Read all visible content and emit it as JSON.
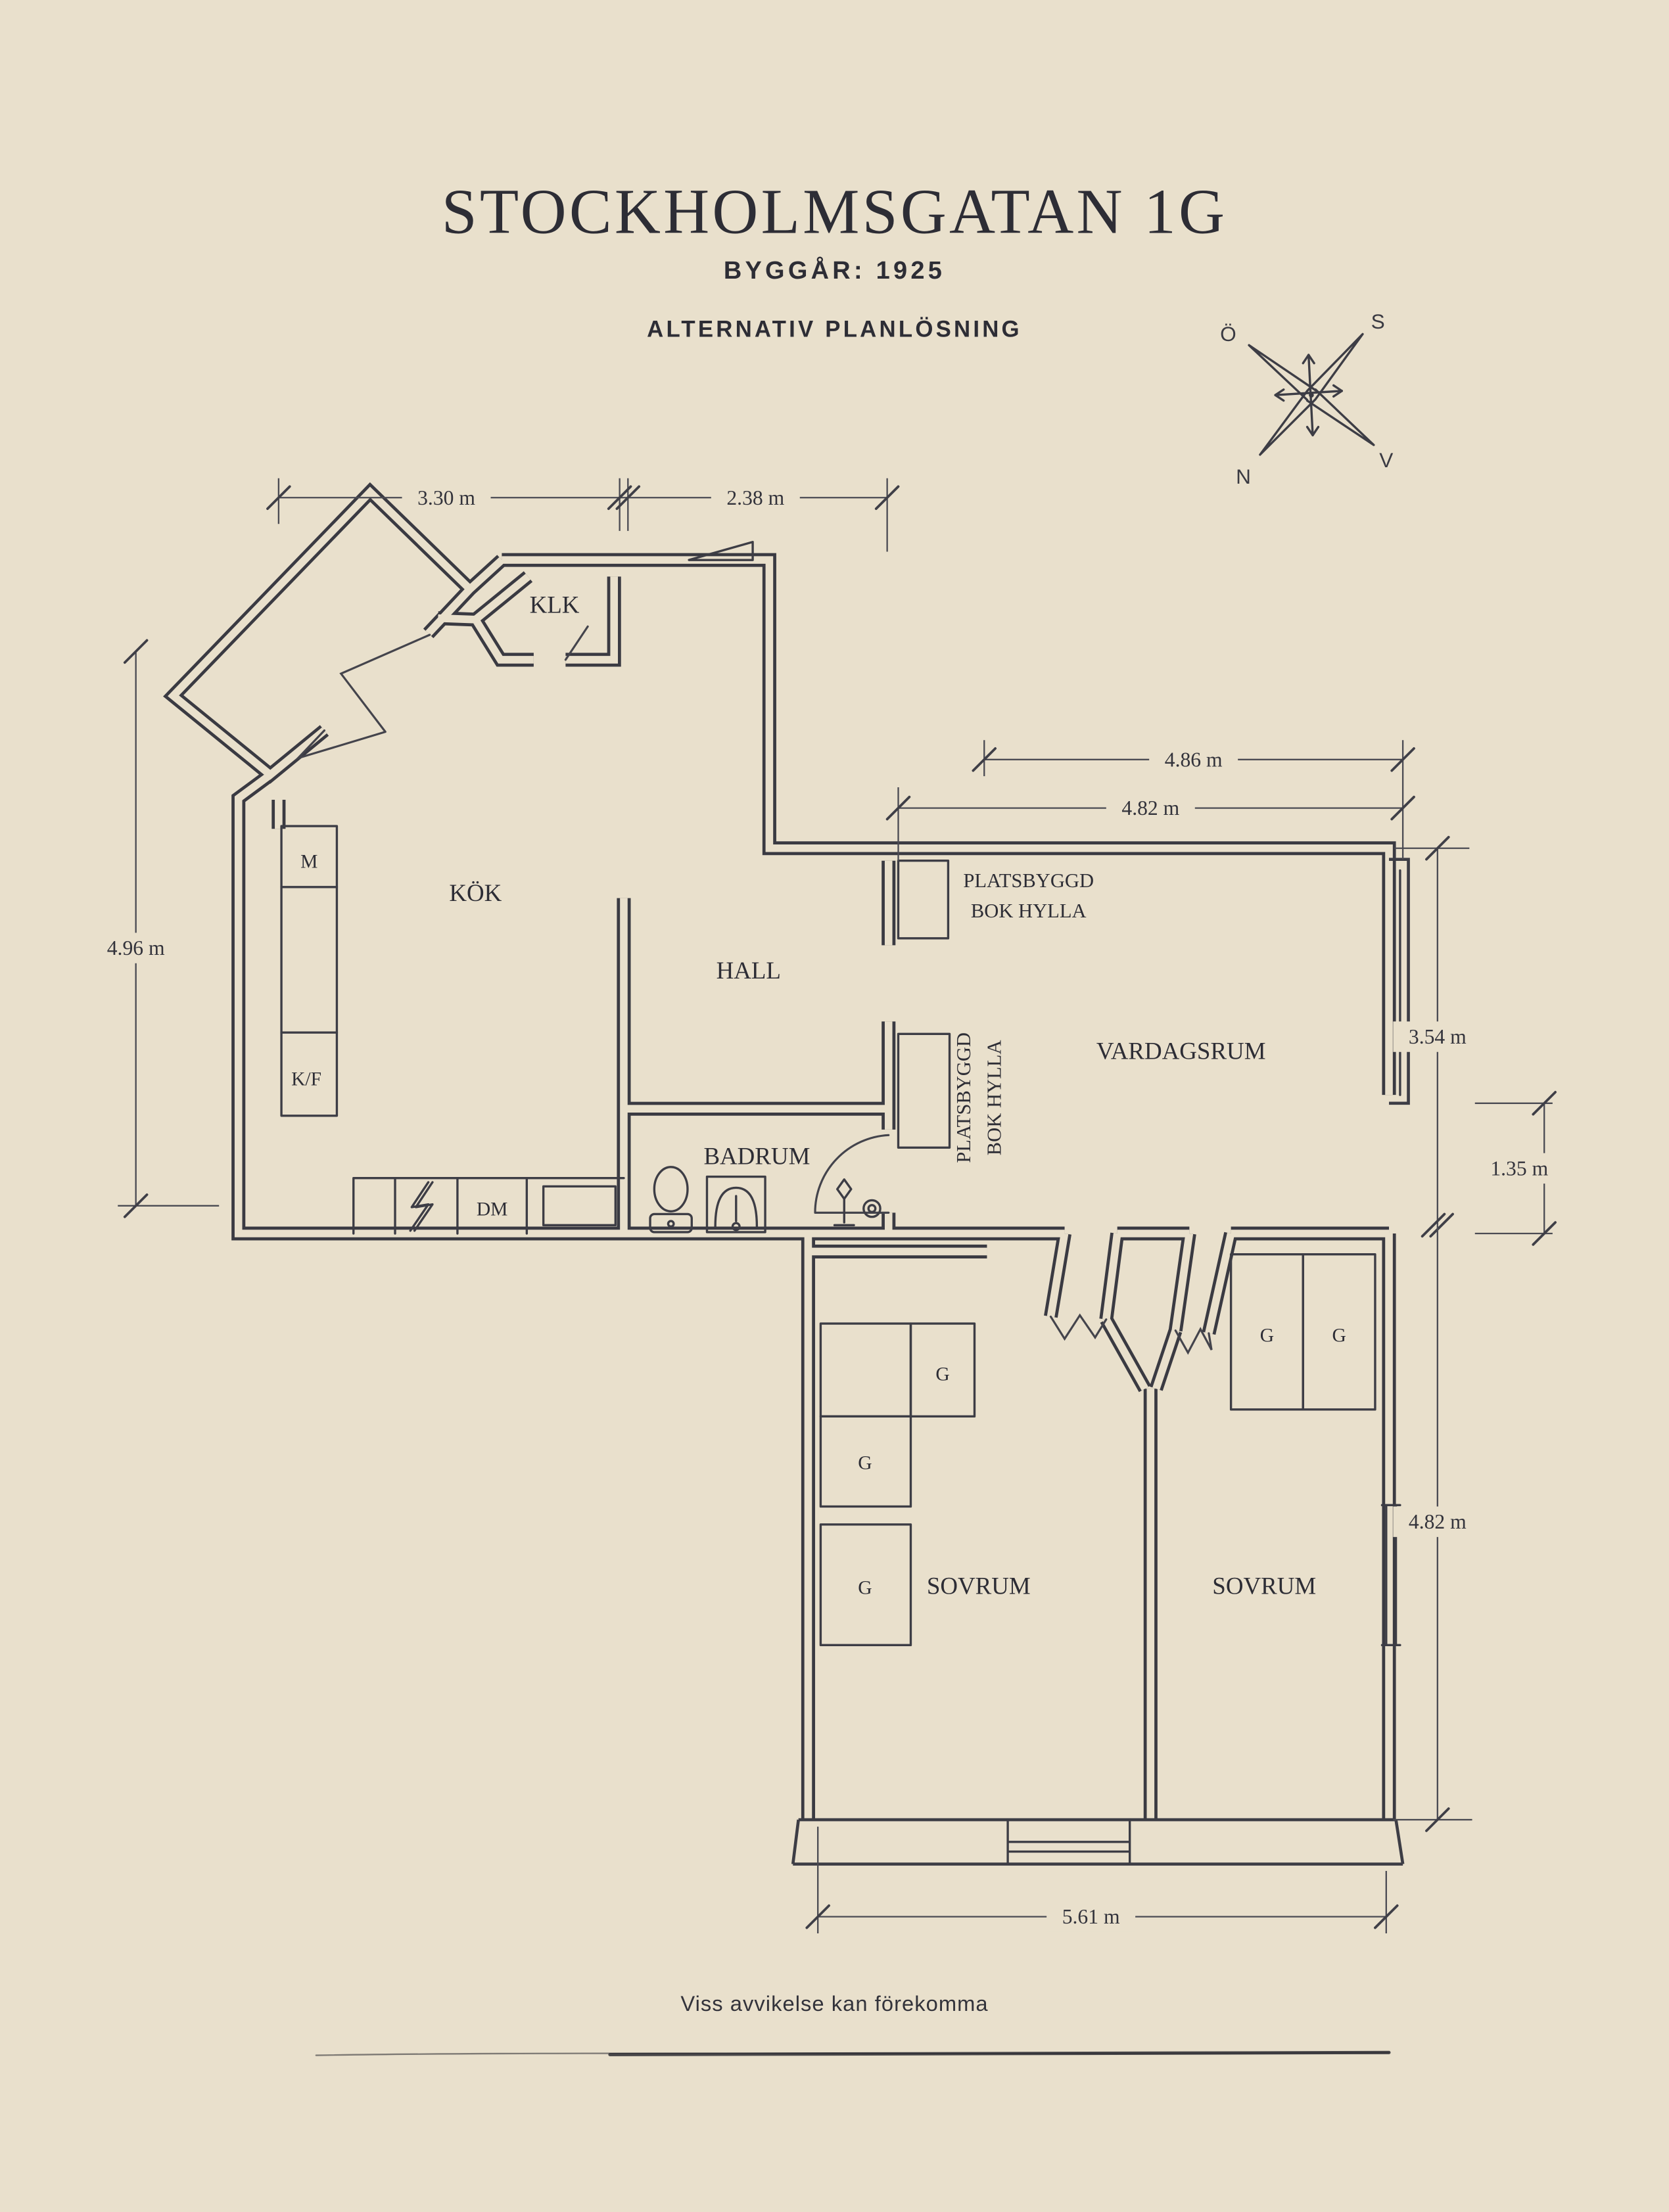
{
  "canvas": {
    "background": "#e9e0cc",
    "wall_ink": "#3a3a42",
    "text_ink": "#2d2d35"
  },
  "header": {
    "title": "STOCKHOLMSGATAN 1G",
    "build_year": "BYGGÅR: 1925",
    "subtitle": "ALTERNATIV PLANLÖSNING"
  },
  "compass": {
    "east": "Ö",
    "south": "S",
    "north": "N",
    "west": "V"
  },
  "rooms": {
    "klk": "KLK",
    "kok": "KÖK",
    "hall": "HALL",
    "badrum": "BADRUM",
    "vardagsrum": "VARDAGSRUM",
    "sovrum_left": "SOVRUM",
    "sovrum_right": "SOVRUM"
  },
  "labels": {
    "micro": "M",
    "fridge_freezer": "K/F",
    "dishwasher": "DM",
    "closet": "G",
    "bookshelf_line1": "PLATSBYGGD",
    "bookshelf_line2": "BOK HYLLA"
  },
  "dimensions": {
    "top_left": "3.30 m",
    "top_right": "2.38 m",
    "left": "4.96 m",
    "living_top_outer": "4.86 m",
    "living_top_inner": "4.82 m",
    "living_right": "3.54 m",
    "bay": "1.35 m",
    "bedroom_right": "4.82 m",
    "bottom": "5.61 m"
  },
  "footer": {
    "disclaimer": "Viss avvikelse kan förekomma"
  }
}
